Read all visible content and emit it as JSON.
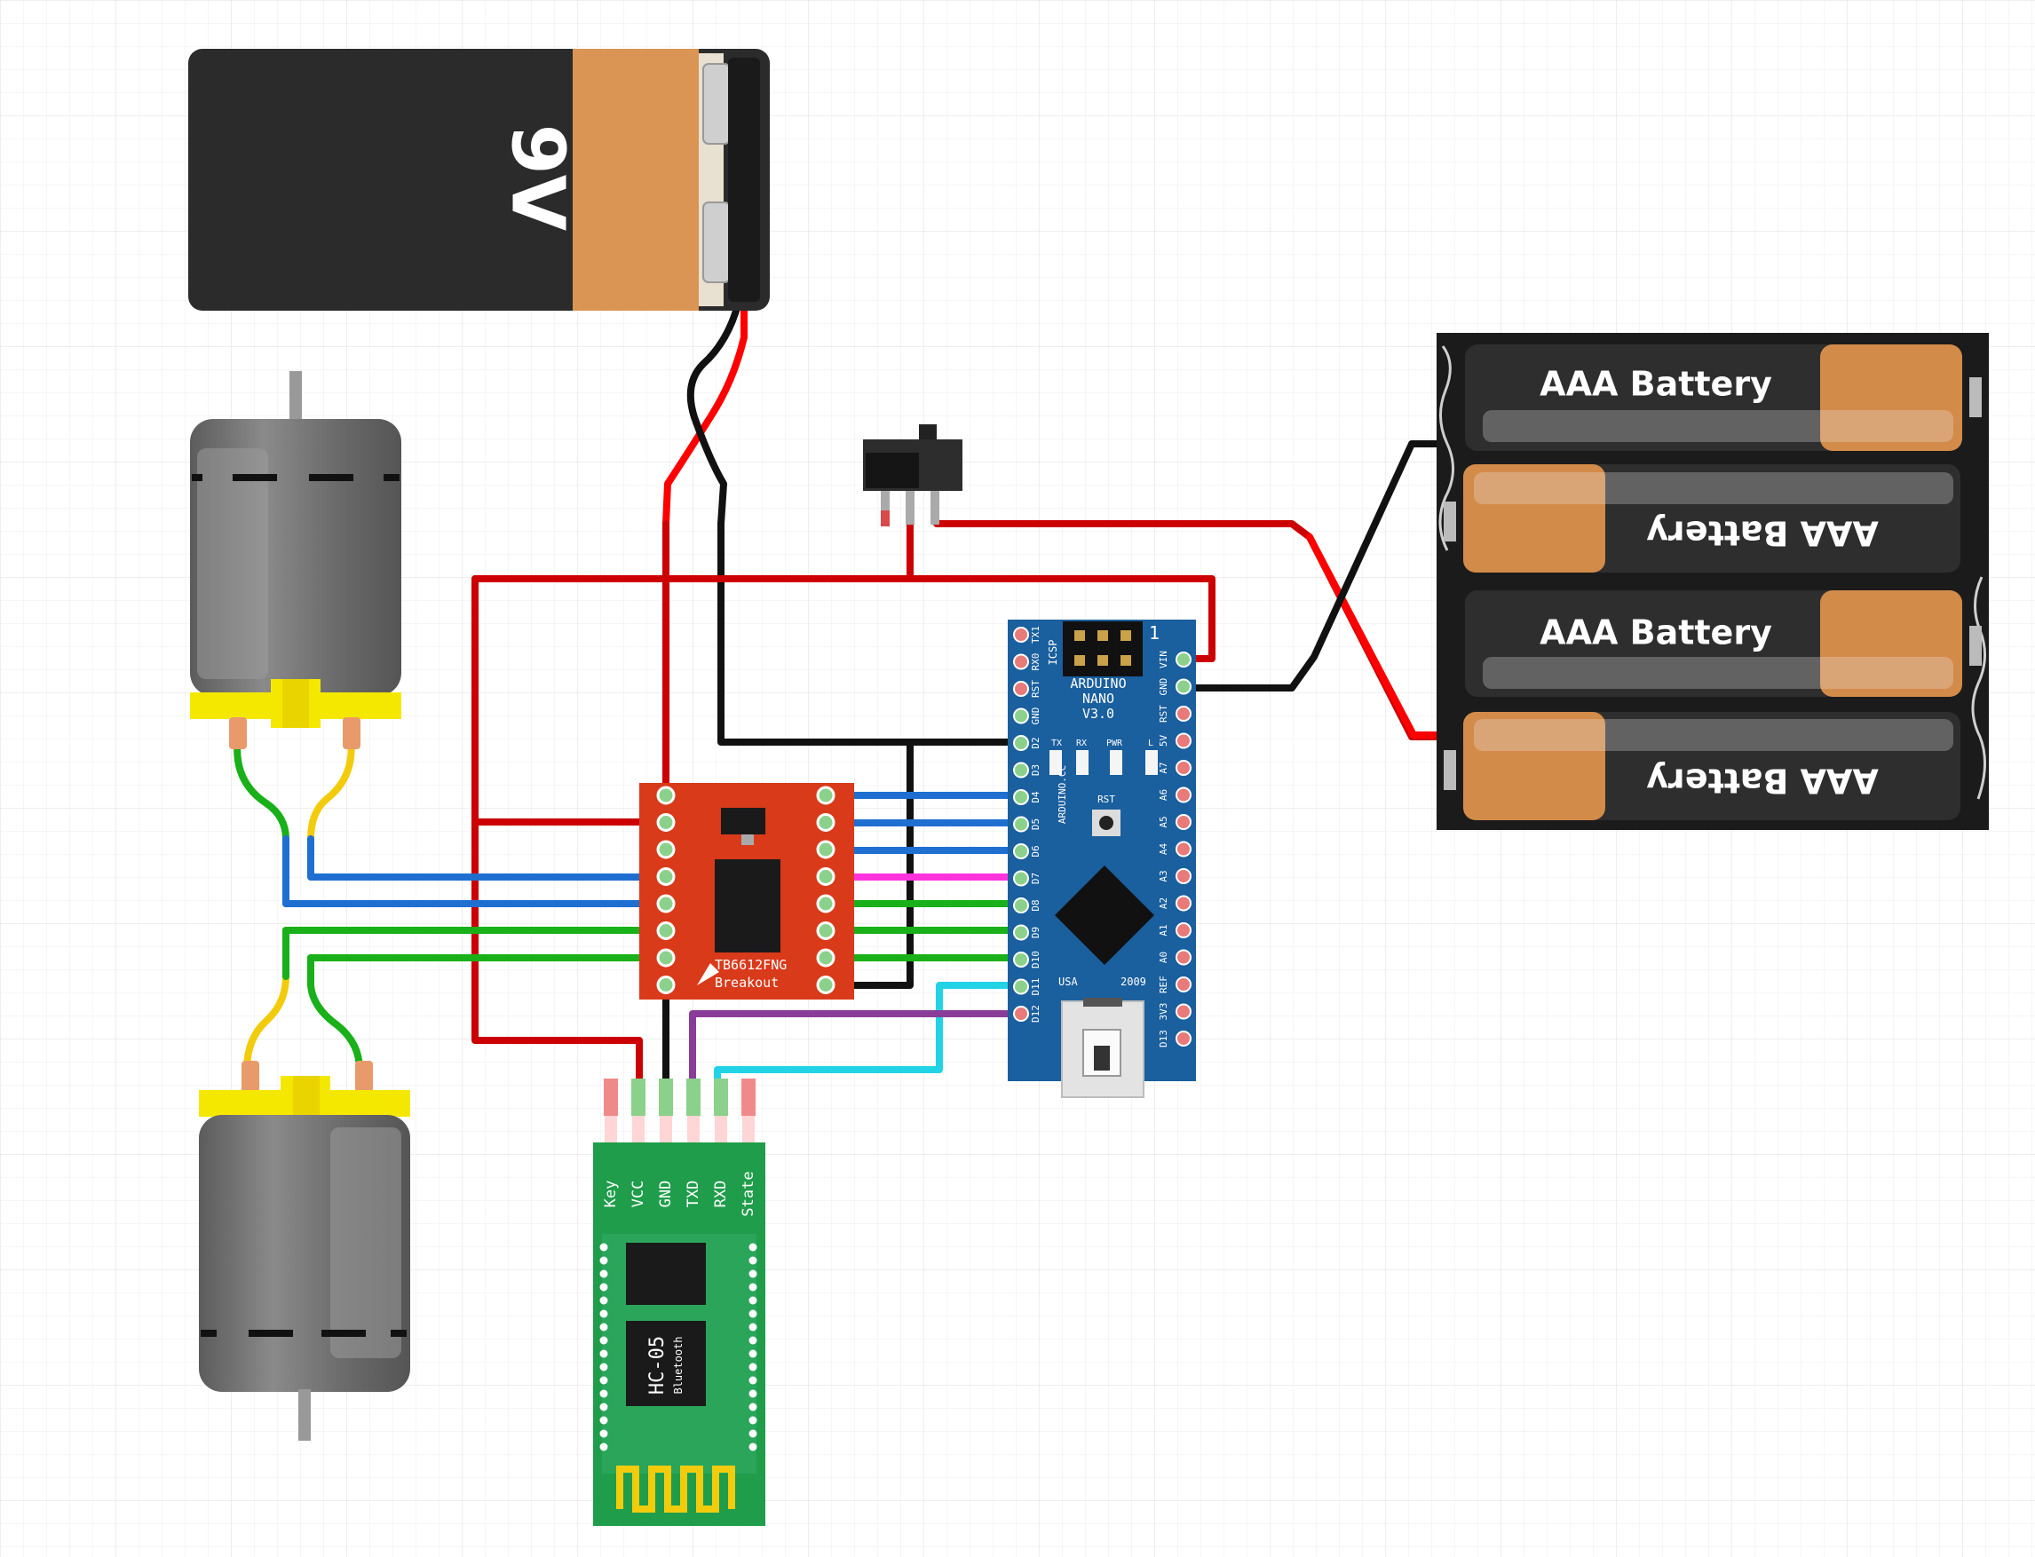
{
  "battery_9v": {
    "label": "9V"
  },
  "aaa_pack": {
    "cells": [
      {
        "label": "AAA Battery"
      },
      {
        "label": "AAA Battery"
      },
      {
        "label": "AAA Battery"
      },
      {
        "label": "AAA Battery"
      }
    ]
  },
  "driver": {
    "label_line1": "TB6612FNG",
    "label_line2": "Breakout"
  },
  "nano": {
    "title_line1": "ARDUINO",
    "title_line2": "NANO",
    "title_line3": "V3.0",
    "icsp": "ICSP",
    "one": "1",
    "rst_button": "RST",
    "tx": "TX",
    "rx": "RX",
    "pwr": "PWR",
    "l": "L",
    "url": "ARDUINO.CC",
    "usa": "USA",
    "year": "2009",
    "left_pins": [
      "TX1",
      "RX0",
      "RST",
      "GND",
      "D2",
      "D3",
      "D4",
      "D5",
      "D6",
      "D7",
      "D8",
      "D9",
      "D10",
      "D11",
      "D12"
    ],
    "right_pins": [
      "VIN",
      "GND",
      "RST",
      "5V",
      "A7",
      "A6",
      "A5",
      "A4",
      "A3",
      "A2",
      "A1",
      "A0",
      "REF",
      "3V3",
      "D13"
    ]
  },
  "bluetooth": {
    "pins": [
      "Key",
      "VCC",
      "GND",
      "TXD",
      "RXD",
      "State"
    ],
    "chip_name": "HC-05",
    "chip_sub": "Bluetooth"
  },
  "colors": {
    "wire_red": "#cc0000",
    "wire_black": "#111111",
    "wire_blue": "#1f6fd1",
    "wire_green": "#19b019",
    "wire_yellow": "#f2cc0c",
    "wire_magenta": "#ff33dd",
    "wire_cyan": "#22d3e6",
    "wire_purple": "#8a3d98",
    "wire_red_bright": "#ff0000",
    "board_red": "#d93a1a",
    "board_blue": "#1a5f9e",
    "board_green": "#1f9d4a",
    "battery_copper": "#d38b4a",
    "battery_black": "#2b2b2b",
    "motor_gray": "#6f6f6f",
    "motor_yellow": "#f5e800"
  }
}
